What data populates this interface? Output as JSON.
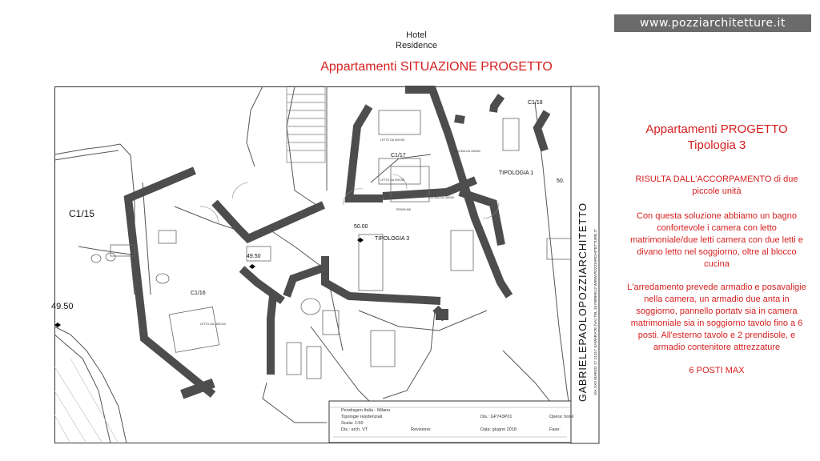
{
  "website": "www.pozziarchitetture.it",
  "header": {
    "hotel_line1": "Hotel",
    "hotel_line2": "Residence",
    "title": "Appartamenti SITUAZIONE PROGETTO"
  },
  "plan": {
    "rooms": {
      "c1_15": "C1/15",
      "c1_16": "C1/16",
      "c1_17": "C1/17",
      "c1_18": "C1/18",
      "tipologia_1": "TIPOLOGIA 1",
      "tipologia_3": "TIPOLOGIA 3",
      "partial_label": "50."
    },
    "levels": {
      "l_4950_left": "49.50",
      "l_4950": "49.50",
      "l_5000": "50.00"
    },
    "small_labels": {
      "letto_1": "LETTO DA 90X195",
      "letto_2": "LETTO DA 90X195",
      "letto_16": "LETTO DA 160X190",
      "cucina_1": "CUCINA DA 180X60",
      "cucina_2": "CUCINA DA 180X60",
      "corridor": "PENSILINE"
    },
    "studio": {
      "name": "GABRIELEPAOLOPOZZIARCHITETTO",
      "address": "VIA XXII MARZO 17 21017 SAMARATE (VA) TEL 347/8995512 WWW.POZZIARCHITETTURE.IT"
    },
    "title_block": {
      "client": "Pendragon Italia - Milano",
      "subject": "Tipologie residenziali",
      "scale": "Scala: 1:50",
      "drawn": "Dis.: arch. VT",
      "revision": "Revisione:",
      "drawing_no": "Dis.: GP743P01",
      "date": "Data: giugno 2018",
      "work": "Opera: hotel",
      "phase": "Fase:"
    }
  },
  "sidebar": {
    "title_line1": "Appartamenti PROGETTO",
    "title_line2": "Tipologia 3",
    "lead": "RISULTA DALL'ACCORPAMENTO di due piccole unità",
    "para1": "Con questa soluzione abbiamo un bagno confortevole i camera con letto matrimoniale/due letti camera con due letti e divano letto nel soggiorno, oltre al blocco cucina",
    "para2": "L'arredamento prevede armadio e posavaligie nella camera, un armadio due  anta in soggiorno, pannello portatv sia in camera matrimoniale sia in soggiorno tavolo fino a 6 posti. All'esterno tavolo e 2 prendisole, e armadio contenitore attrezzature",
    "max": "6 POSTI MAX"
  }
}
